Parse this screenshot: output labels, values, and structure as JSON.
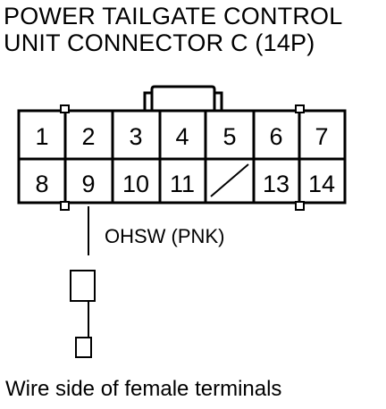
{
  "title": {
    "line1": "POWER TAILGATE CONTROL",
    "line2": "UNIT CONNECTOR C (14P)"
  },
  "connector": {
    "top_row": [
      "1",
      "2",
      "3",
      "4",
      "5",
      "6",
      "7"
    ],
    "bottom_row": [
      "8",
      "9",
      "10",
      "11",
      "",
      "13",
      "14"
    ],
    "empty_cavity": "12"
  },
  "wire": {
    "label": "OHSW (PNK)",
    "pin": "9"
  },
  "caption": "Wire side of female terminals",
  "colors": {
    "line": "#000000",
    "background": "#ffffff"
  }
}
